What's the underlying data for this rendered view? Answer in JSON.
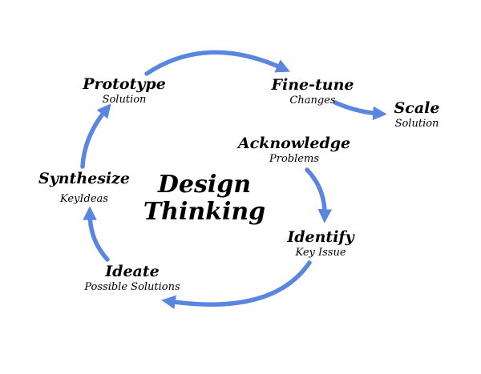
{
  "title": {
    "line1": "Design",
    "line2": "Thinking"
  },
  "stages": {
    "prototype": {
      "title": "Prototype",
      "subtitle": "Solution"
    },
    "finetune": {
      "title": "Fine-tune",
      "subtitle": "Changes"
    },
    "scale": {
      "title": "Scale",
      "subtitle": "Solution"
    },
    "acknowledge": {
      "title": "Acknowledge",
      "subtitle": "Problems"
    },
    "identify": {
      "title": "Identify",
      "subtitle": "Key Issue"
    },
    "ideate": {
      "title": "Ideate",
      "subtitle": "Possible Solutions"
    },
    "synthesize": {
      "title": "Synthesize",
      "subtitle": "KeyIdeas"
    }
  },
  "colors": {
    "arrow": "#5b86e0",
    "text": "#000000",
    "background": "#ffffff"
  }
}
